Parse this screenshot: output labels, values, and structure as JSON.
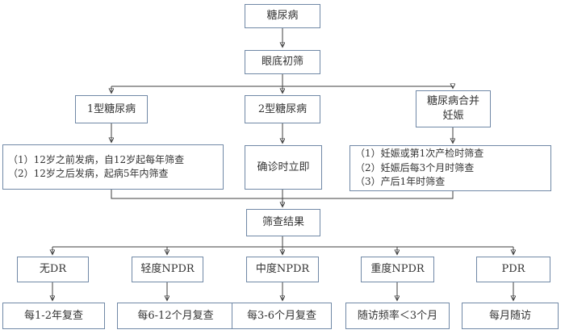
{
  "diagram": {
    "nodes": {
      "diabetes": {
        "label": "糖尿病"
      },
      "fundus_screening": {
        "label": "眼底初筛"
      },
      "type1": {
        "label": "1型糖尿病"
      },
      "type2": {
        "label": "2型糖尿病"
      },
      "pregnancy": {
        "label": "糖尿病合并妊娠"
      },
      "type1_schedule": {
        "lines": [
          "（1）12岁之前发病，自12岁起每年筛查",
          "（2）12岁之后发病，起病5年内筛查"
        ]
      },
      "type2_schedule": {
        "label": "确诊时立即"
      },
      "pregnancy_schedule": {
        "lines": [
          "（1）妊娠或第1次产检时筛查",
          "（2）妊娠后每3个月时筛查",
          "（3）产后1年时筛查"
        ]
      },
      "screening_result": {
        "label": "筛查结果"
      },
      "grades": [
        {
          "label": "无DR"
        },
        {
          "label": "轻度NPDR"
        },
        {
          "label": "中度NPDR"
        },
        {
          "label": "重度NPDR"
        },
        {
          "label": "PDR"
        }
      ],
      "followups": [
        {
          "label": "每1-2年复查"
        },
        {
          "label": "每6-12个月复查"
        },
        {
          "label": "每3-6个月复查"
        },
        {
          "label": "随访频率＜3个月"
        },
        {
          "label": "每月随访"
        }
      ]
    },
    "colors": {
      "box_border": "#7088a6",
      "connector": "#3f3f3f",
      "text": "#333333",
      "background": "#ffffff"
    }
  }
}
